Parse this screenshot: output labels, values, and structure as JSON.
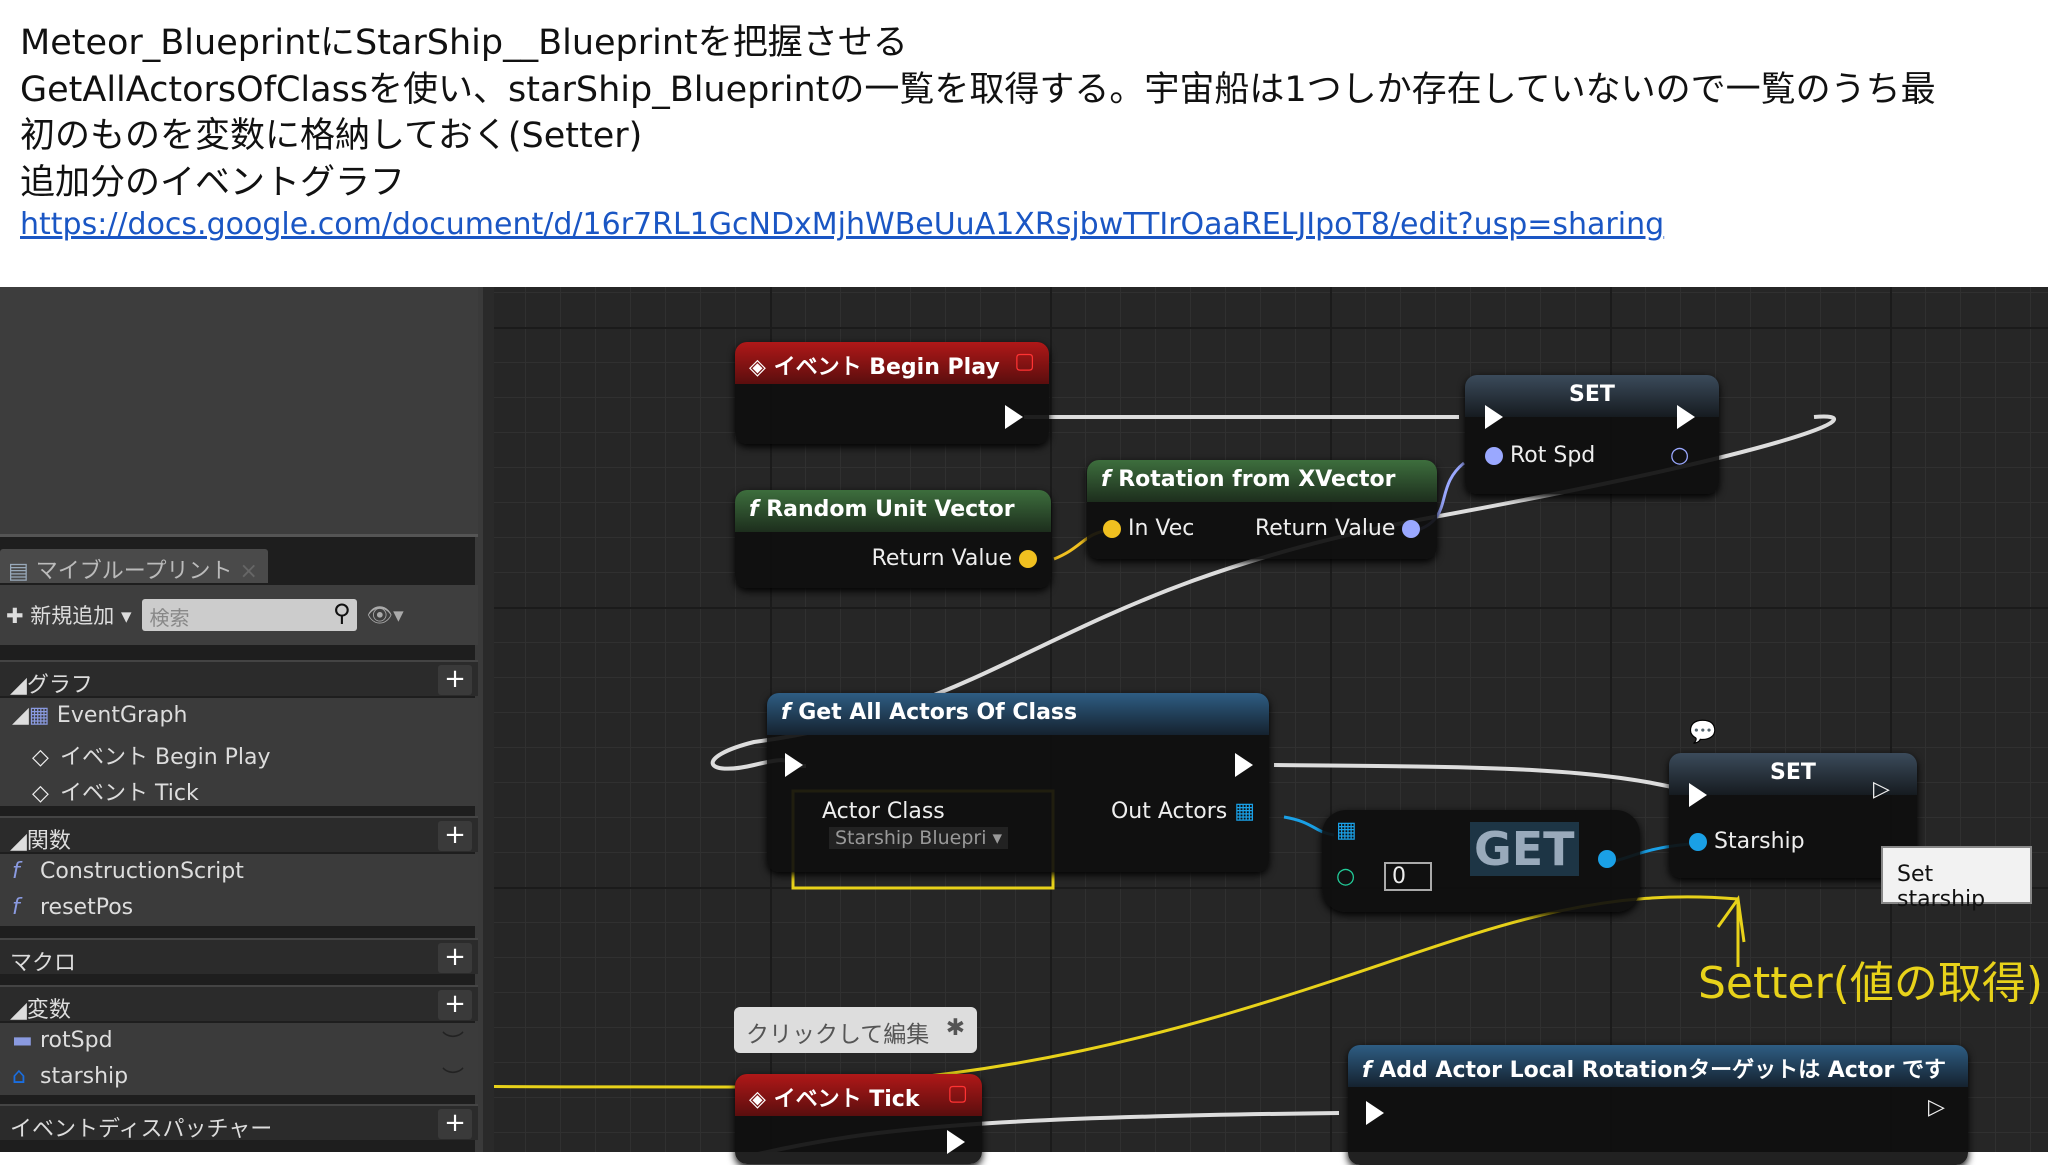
{
  "notes": {
    "lines": [
      "Meteor_BlueprintにStarShip__Blueprintを把握させる",
      "GetAllActorsOfClassを使い、starShip_Blueprintの一覧を取得する。宇宙船は1つしか存在していないので一覧のうち最",
      "初のものを変数に格納しておく(Setter)",
      "追加分のイベントグラフ"
    ],
    "link": "https://docs.google.com/document/d/16r7RL1GcNDxMjhWBeUuA1XRsjbwTTIrOaaRELJIpoT8/edit?usp=sharing"
  },
  "panel": {
    "tab": "マイブループリント",
    "add_new": "新規追加",
    "search_placeholder": "検索",
    "sections": {
      "graph": "グラフ",
      "functions": "関数",
      "macros": "マクロ",
      "variables": "変数",
      "dispatchers": "イベントディスパッチャー"
    },
    "graphs": [
      "EventGraph",
      "イベント Begin Play",
      "イベント Tick"
    ],
    "functions": [
      "ConstructionScript",
      "resetPos"
    ],
    "variables": [
      "rotSpd",
      "starship"
    ]
  },
  "nodes": {
    "begin_play": "イベント Begin Play",
    "set_top": {
      "title": "SET",
      "pin": "Rot Spd"
    },
    "rotation": {
      "title": "Rotation from XVector",
      "in": "In Vec",
      "out": "Return Value"
    },
    "random": {
      "title": "Random Unit Vector",
      "out": "Return Value"
    },
    "get_all": {
      "title": "Get All Actors Of Class",
      "in": "Actor Class",
      "value": "Starship Bluepri",
      "out": "Out Actors"
    },
    "get": {
      "title": "GET",
      "index": "0"
    },
    "set_ship": {
      "title": "SET",
      "pin": "Starship",
      "tooltip": "Set starship"
    },
    "comment_bubble": "クリックして編集",
    "tick": "イベント Tick",
    "add_rot": "Add Actor Local Rotationターゲットは Actor です"
  },
  "annotation": "Setter(値の取得)",
  "colors": {
    "annotation": "#e8d21a",
    "event_header": "#b01818",
    "function_header": "#2e5d83",
    "pure_header": "#3d6e3d",
    "object_pin": "#1aa0e6",
    "vector_pin": "#f0c020",
    "rotator_pin": "#9aa8ff",
    "link": "#1a56c4"
  }
}
